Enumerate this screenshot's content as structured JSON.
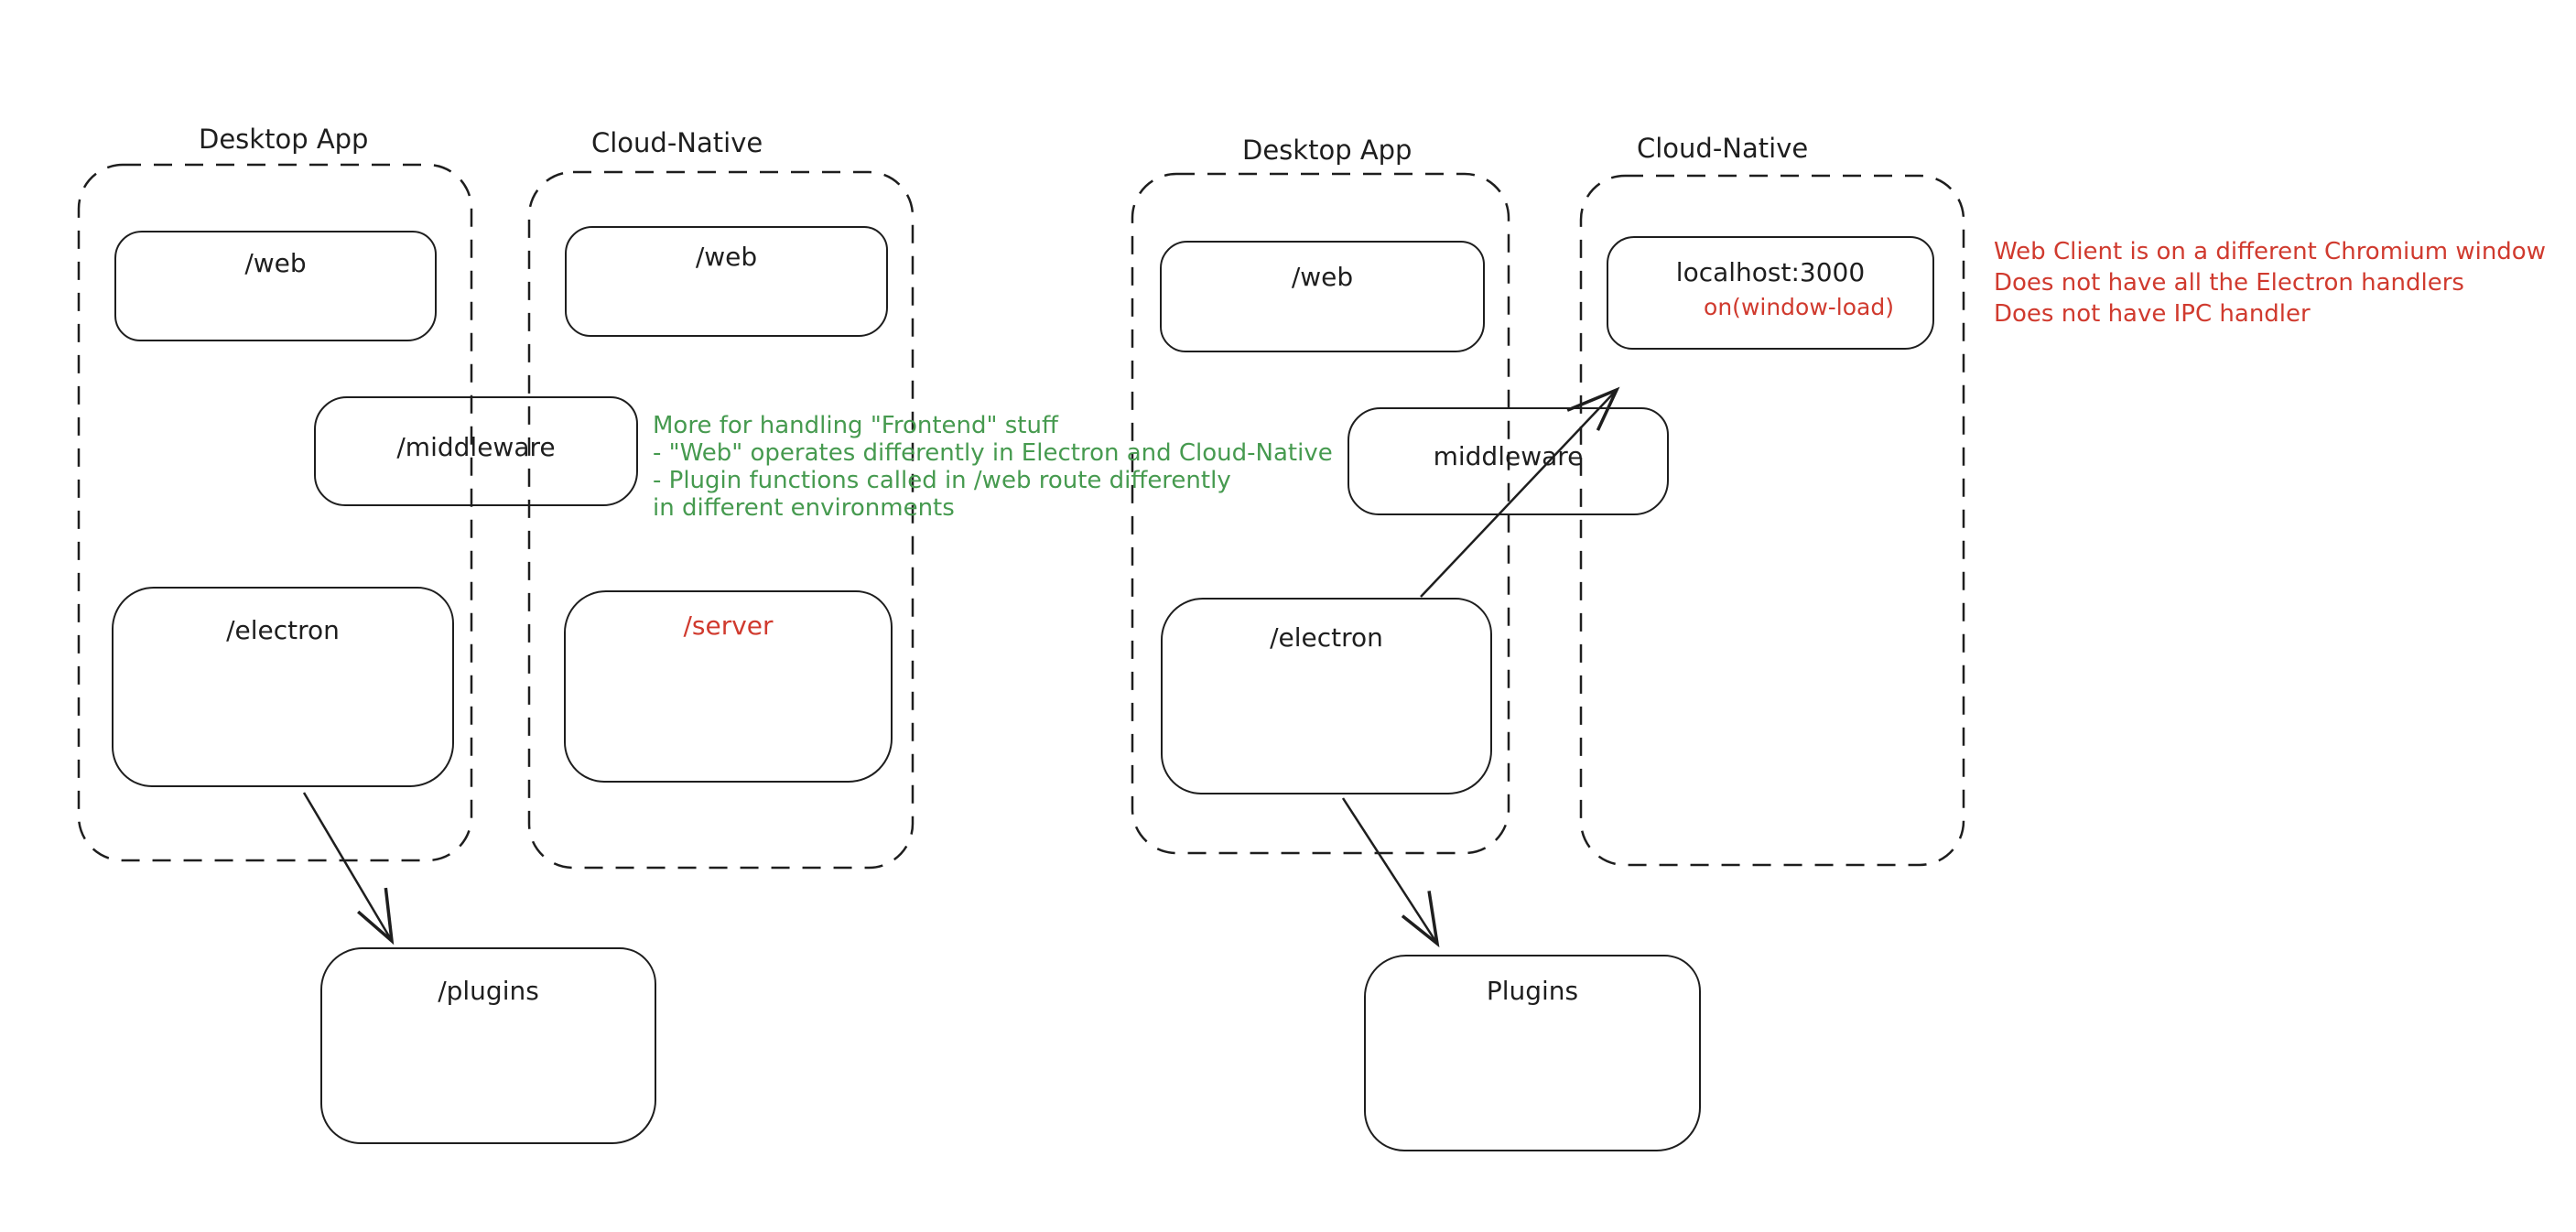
{
  "colors": {
    "stroke": "#1e1e1e",
    "background": "#ffffff",
    "green_annotation": "#469a4f",
    "red_annotation": "#d03a2e"
  },
  "left_diagram": {
    "desktop_container_label": "Desktop App",
    "cloud_container_label": "Cloud-Native",
    "desktop_web_label": "/web",
    "cloud_web_label": "/web",
    "middleware_label": "/middleware",
    "electron_label": "/electron",
    "server_label": "/server",
    "plugins_label": "/plugins"
  },
  "right_diagram": {
    "desktop_container_label": "Desktop App",
    "cloud_container_label": "Cloud-Native",
    "web_label": "/web",
    "localhost_label": "localhost:3000",
    "window_load_label": "on(window-load)",
    "middleware_label": "middleware",
    "electron_label": "/electron",
    "plugins_label": "Plugins"
  },
  "green_note": {
    "line1": "More for handling \"Frontend\" stuff",
    "line2": "- \"Web\" operates differently in Electron and Cloud-Native",
    "line3": "- Plugin functions called in /web route differently",
    "line4": "in different environments"
  },
  "red_note": {
    "line1": "Web Client is on a different Chromium window",
    "line2": "Does not have all the Electron handlers",
    "line3": "Does not have IPC handler"
  }
}
